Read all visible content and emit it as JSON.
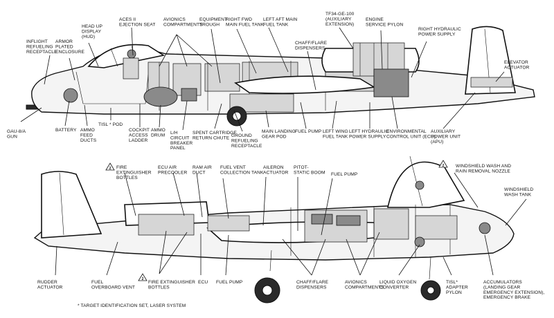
{
  "labels": {
    "gau8a_gun": [
      "GAU-8/A",
      "GUN"
    ],
    "inflight_refueling": [
      "INFLIGHT",
      "REFUELING",
      "RECEPTACLE"
    ],
    "armor_plated": [
      "ARMOR",
      "PLATED",
      "ENCLOSURE"
    ],
    "hud": [
      "HEAD UP",
      "DISPLAY",
      "(HUD)"
    ],
    "aces_seat": [
      "ACES II",
      "EJECTION SEAT"
    ],
    "avionics_top": [
      "AVIONICS",
      "COMPARTMENTS"
    ],
    "equipment_trough": [
      "EQUIPMENT",
      "TROUGH"
    ],
    "right_fwd_tank": [
      "RIGHT FWD",
      "MAIN FUEL TANK"
    ],
    "left_aft_tank": [
      "LEFT AFT MAIN",
      "FUEL TANK"
    ],
    "chaff_top": [
      "CHAFF/FLARE",
      "DISPENSERS"
    ],
    "tf34": [
      "TF34-GE-100",
      "(AUXILIARY",
      "EXTENSION)"
    ],
    "engine_pylon": [
      "ENGINE",
      "SERVICE PYLON"
    ],
    "right_hydraulic": [
      "RIGHT HYDRAULIC",
      "POWER SUPPLY"
    ],
    "elevator_actuator": [
      "ELEVATOR",
      "ACTUATOR"
    ],
    "battery": [
      "BATTERY"
    ],
    "ammo_feed": [
      "AMMO",
      "FEED",
      "DUCTS"
    ],
    "tisl_pod": [
      "TISL * POD"
    ],
    "cockpit_ladder": [
      "COCKPIT",
      "ACCESS",
      "LADDER"
    ],
    "ammo_drum": [
      "AMMO",
      "DRUM"
    ],
    "lh_breaker": [
      "L/H",
      "CIRCUIT",
      "BREAKER",
      "PANEL"
    ],
    "spent_cartridge": [
      "SPENT CARTRIDGE",
      "RETURN CHUTE"
    ],
    "ground_refueling": [
      "GROUND",
      "REFUELING",
      "RECEPTACLE"
    ],
    "main_gear_pod": [
      "MAIN LANDING",
      "GEAR POD"
    ],
    "fuel_pump_top": [
      "FUEL PUMP"
    ],
    "left_wing_tank": [
      "LEFT WING",
      "FUEL TANK"
    ],
    "left_hydraulic": [
      "LEFT HYDRAULIC",
      "POWER SUPPLY"
    ],
    "ecu_top": [
      "ENVIRONMENTAL",
      "CONTROL UNIT (ECU)"
    ],
    "apu": [
      "AUXILIARY",
      "POWER UNIT",
      "(APU)"
    ],
    "fire_ext_top": [
      "FIRE",
      "EXTINGUISHER",
      "BOTTLES"
    ],
    "ecu_precooler": [
      "ECU AIR",
      "PRECOOLER"
    ],
    "ram_air": [
      "RAM AIR",
      "DUCT"
    ],
    "fuel_vent": [
      "FUEL VENT",
      "COLLECTION TANK"
    ],
    "aileron_actuator": [
      "AILERON",
      "ACTUATOR"
    ],
    "pitot": [
      "PITOT-",
      "STATIC BOOM"
    ],
    "fuel_pump_bot_top": [
      "FUEL PUMP"
    ],
    "windshield_nozzle": [
      "WINDSHIELD WASH AND",
      "RAIN REMOVAL NOZZLE"
    ],
    "windshield_tank": [
      "WINDSHIELD",
      "WASH TANK"
    ],
    "rudder_actuator": [
      "RUDDER",
      "ACTUATOR"
    ],
    "fuel_overboard": [
      "FUEL",
      "OVERBOARD VENT"
    ],
    "fire_ext_bot": [
      "FIRE EXTINGUISHER",
      "BOTTLES"
    ],
    "ecu_bot": [
      "ECU"
    ],
    "fuel_pump_bot": [
      "FUEL PUMP"
    ],
    "chaff_bot": [
      "CHAFF/FLARE",
      "DISPENSERS"
    ],
    "avionics_bot": [
      "AVIONICS",
      "COMPARTMENTS"
    ],
    "lox": [
      "LIQUID OXYGEN",
      "CONVERTER"
    ],
    "tisl_adapter": [
      "TISL*",
      "ADAPTER",
      "PYLON"
    ],
    "accumulators": [
      "ACCUMULATORS",
      "(LANDING GEAR",
      "EMERGENCY EXTENSION),",
      "EMERGENCY BRAKE"
    ],
    "footnote": [
      "* TARGET IDENTIFICATION SET, LASER SYSTEM"
    ]
  },
  "warning_number": "2"
}
